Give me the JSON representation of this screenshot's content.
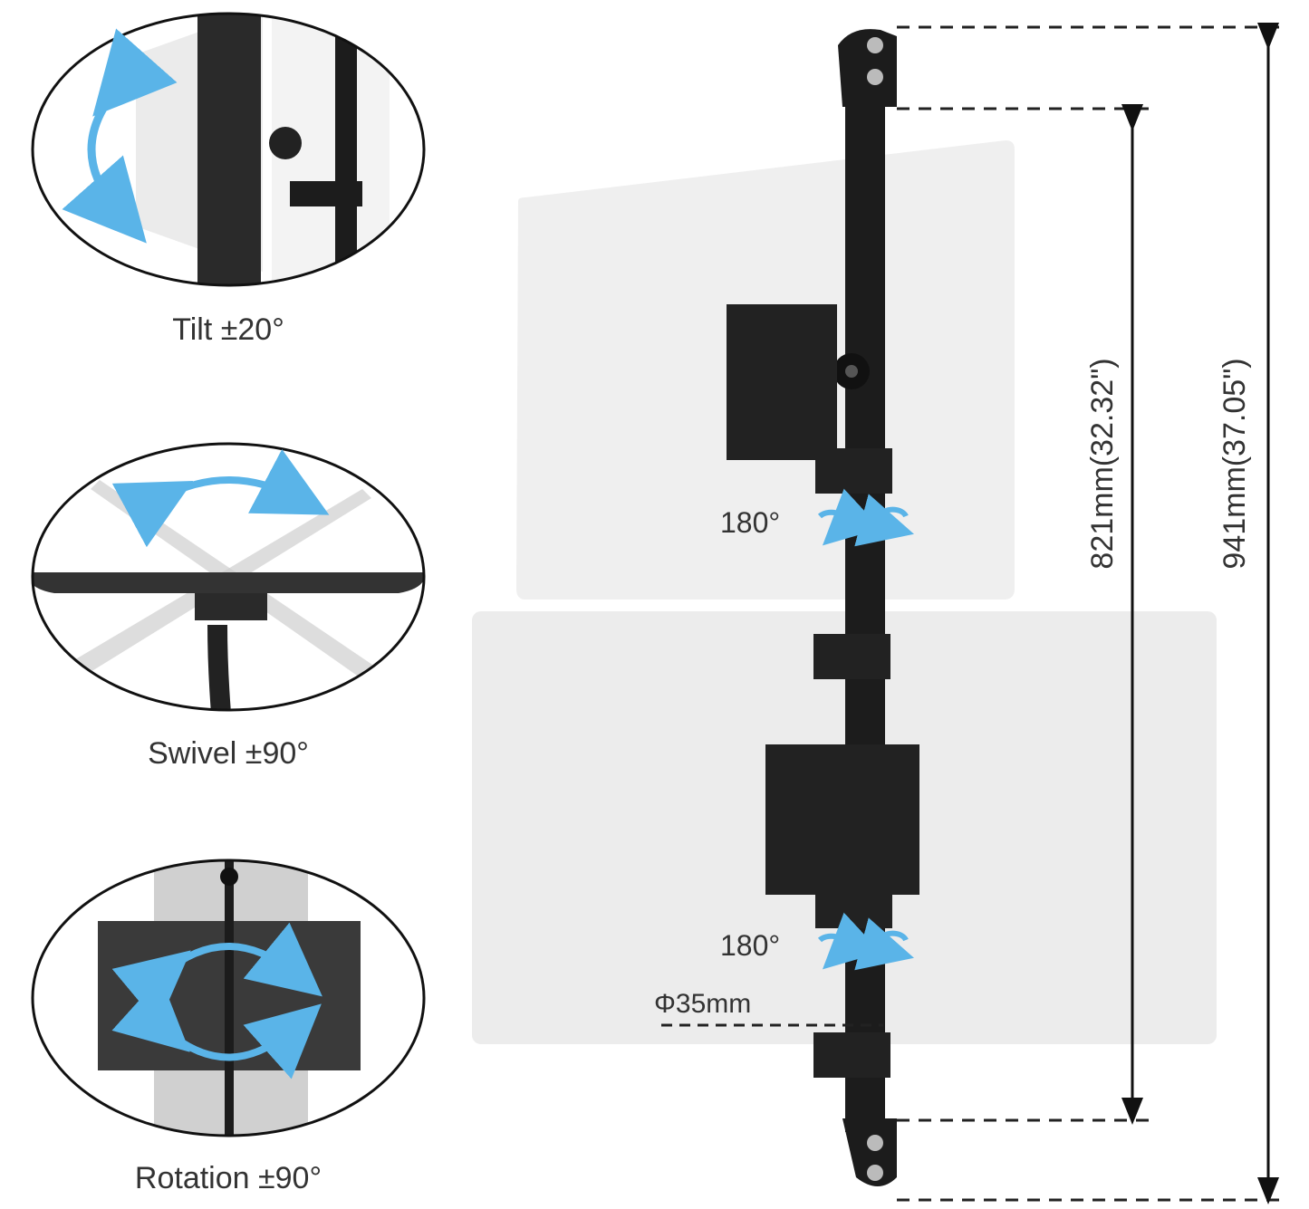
{
  "features": [
    {
      "label": "Tilt ±20°"
    },
    {
      "label": "Swivel ±90°"
    },
    {
      "label": "Rotation ±90°"
    }
  ],
  "pole": {
    "upper_rotation": "180°",
    "lower_rotation": "180°",
    "diameter": "Φ35mm",
    "inner_height": "821mm(32.32\")",
    "total_height": "941mm(37.05\")"
  },
  "colors": {
    "arrow": "#5ab4e8",
    "metal": "#1c1c1c",
    "panel": "#efefef"
  }
}
